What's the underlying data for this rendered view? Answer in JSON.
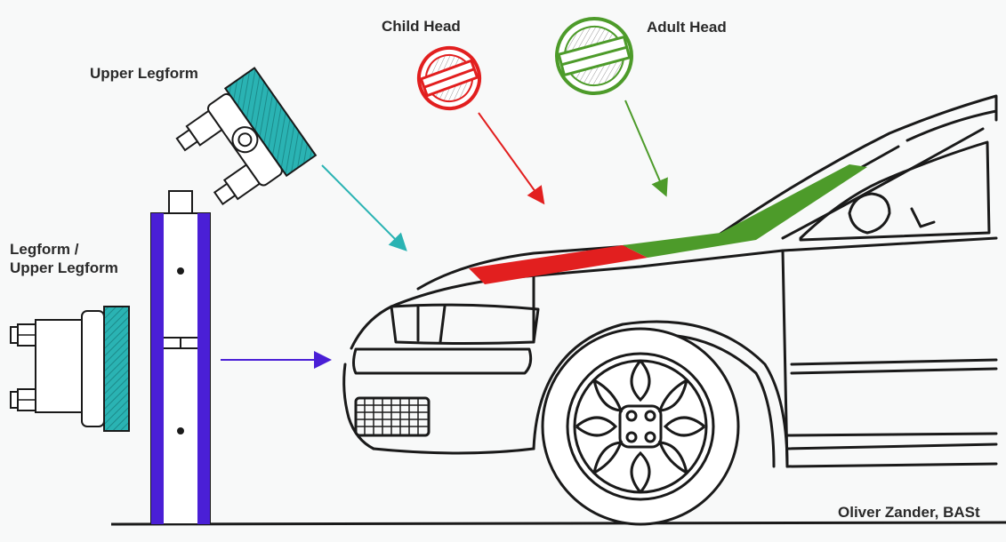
{
  "labels": {
    "upper_legform": "Upper Legform",
    "child_head": "Child Head",
    "adult_head": "Adult Head",
    "legform_line1": "Legform /",
    "legform_line2": "Upper Legform",
    "credit": "Oliver Zander, BASt"
  },
  "colors": {
    "child_head": "#e21f1f",
    "adult_head": "#4d9b2a",
    "upper_legform": "#2ab3b3",
    "legform_post": "#4a1fd6",
    "line": "#1a1a1a"
  },
  "icons": [
    "upper-legform-impactor-icon",
    "child-head-impactor-icon",
    "adult-head-impactor-icon",
    "legform-impactor-icon",
    "test-rig-post-icon",
    "car-outline-icon"
  ]
}
